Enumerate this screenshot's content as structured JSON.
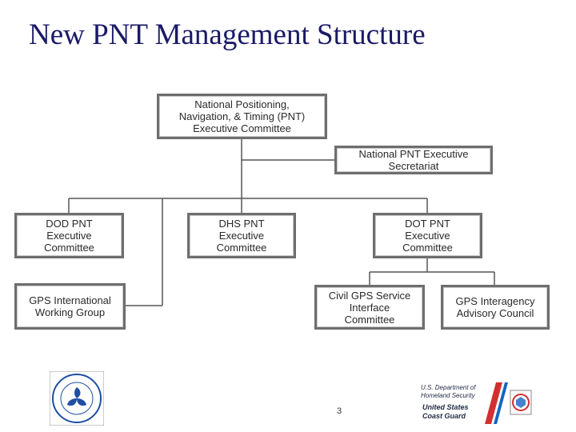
{
  "slide": {
    "title": "New PNT Management Structure",
    "page_number": "3"
  },
  "org_chart": {
    "boxes": {
      "exec_committee": "National Positioning,\nNavigation, & Timing (PNT)\nExecutive Committee",
      "secretariat": "National PNT Executive\nSecretariat",
      "dod": "DOD PNT\nExecutive\nCommittee",
      "dhs": "DHS PNT\nExecutive\nCommittee",
      "dot": "DOT PNT\nExecutive\nCommittee",
      "gps_intl": "GPS International\nWorking Group",
      "civil_gps": "Civil GPS Service\nInterface\nCommittee",
      "gps_interagency": "GPS Interagency\nAdvisory Council"
    }
  },
  "logos": {
    "dhs_line1": "U.S. Department of",
    "dhs_line2": "Homeland Security",
    "cg_line1": "United States",
    "cg_line2": "Coast Guard",
    "colors": {
      "navy": "#1f2a44",
      "cg_red": "#d32f2f",
      "cg_blue": "#1565c0",
      "seal_blue": "#1e4fa3"
    }
  }
}
